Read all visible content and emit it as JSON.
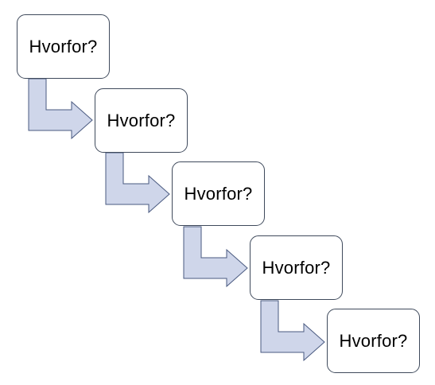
{
  "diagram": {
    "steps": [
      {
        "label": "Hvorfor?"
      },
      {
        "label": "Hvorfor?"
      },
      {
        "label": "Hvorfor?"
      },
      {
        "label": "Hvorfor?"
      },
      {
        "label": "Hvorfor?"
      }
    ],
    "colors": {
      "box_fill": "#ffffff",
      "box_border": "#3f4a5c",
      "arrow_fill": "#cfd6ea",
      "arrow_stroke": "#4a5a80",
      "text": "#000000"
    }
  }
}
